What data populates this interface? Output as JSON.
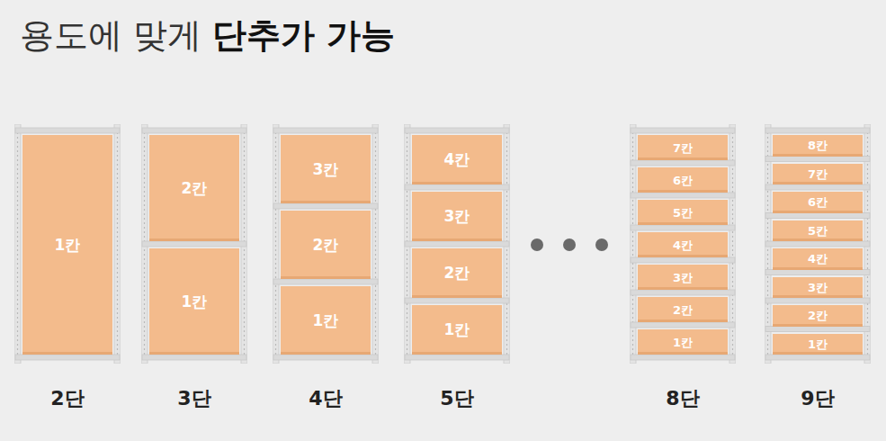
{
  "diagram": {
    "title": "용도에 맞게",
    "nodes": [
      {
        "text": [
          "2단"
        ]
      },
      {
        "text": [
          "1칸"
        ],
        "in": 0
      },
      {
        "text": [
          "3단"
        ]
      },
      {
        "text": [
          "2칸"
        ],
        "in": 2
      },
      {
        "text": [
          "1칸"
        ],
        "in": 2
      },
      {
        "text": [
          "4단"
        ]
      },
      {
        "text": [
          "3칸"
        ],
        "in": 5
      },
      {
        "text": [
          "2칸"
        ],
        "in": 5
      },
      {
        "text": [
          "1칸"
        ],
        "in": 5
      },
      {
        "text": [
          "5단"
        ]
      },
      {
        "text": [
          "4칸"
        ],
        "in": 9
      },
      {
        "text": [
          "3칸"
        ],
        "in": 9
      },
      {
        "text": [
          "2칸"
        ],
        "in": 9
      },
      {
        "text": [
          "1칸"
        ],
        "in": 9
      },
      {
        "text": [
          "8단"
        ]
      },
      {
        "text": [
          "7칸"
        ],
        "in": 14
      },
      {
        "text": [
          "6칸"
        ],
        "in": 14
      },
      {
        "text": [
          "5칸"
        ],
        "in": 14
      },
      {
        "text": [
          "4칸"
        ],
        "in": 14
      },
      {
        "text": [
          "3칸"
        ],
        "in": 14
      },
      {
        "text": [
          "2칸"
        ],
        "in": 14
      },
      {
        "text": [
          "1칸"
        ],
        "in": 14
      },
      {
        "text": [
          "9단"
        ]
      },
      {
        "text": [
          "8칸"
        ],
        "in": 22
      },
      {
        "text": [
          "7칸"
        ],
        "in": 22
      },
      {
        "text": [
          "6칸"
        ],
        "in": 22
      },
      {
        "text": [
          "5칸"
        ],
        "in": 22
      },
      {
        "text": [
          "4칸"
        ],
        "in": 22
      },
      {
        "text": [
          "3칸"
        ],
        "in": 22
      },
      {
        "text": [
          "2칸"
        ],
        "in": 22
      },
      {
        "text": [
          "1칸"
        ],
        "in": 22
      }
    ],
    "labels": [
      "단추가 가능"
    ]
  }
}
